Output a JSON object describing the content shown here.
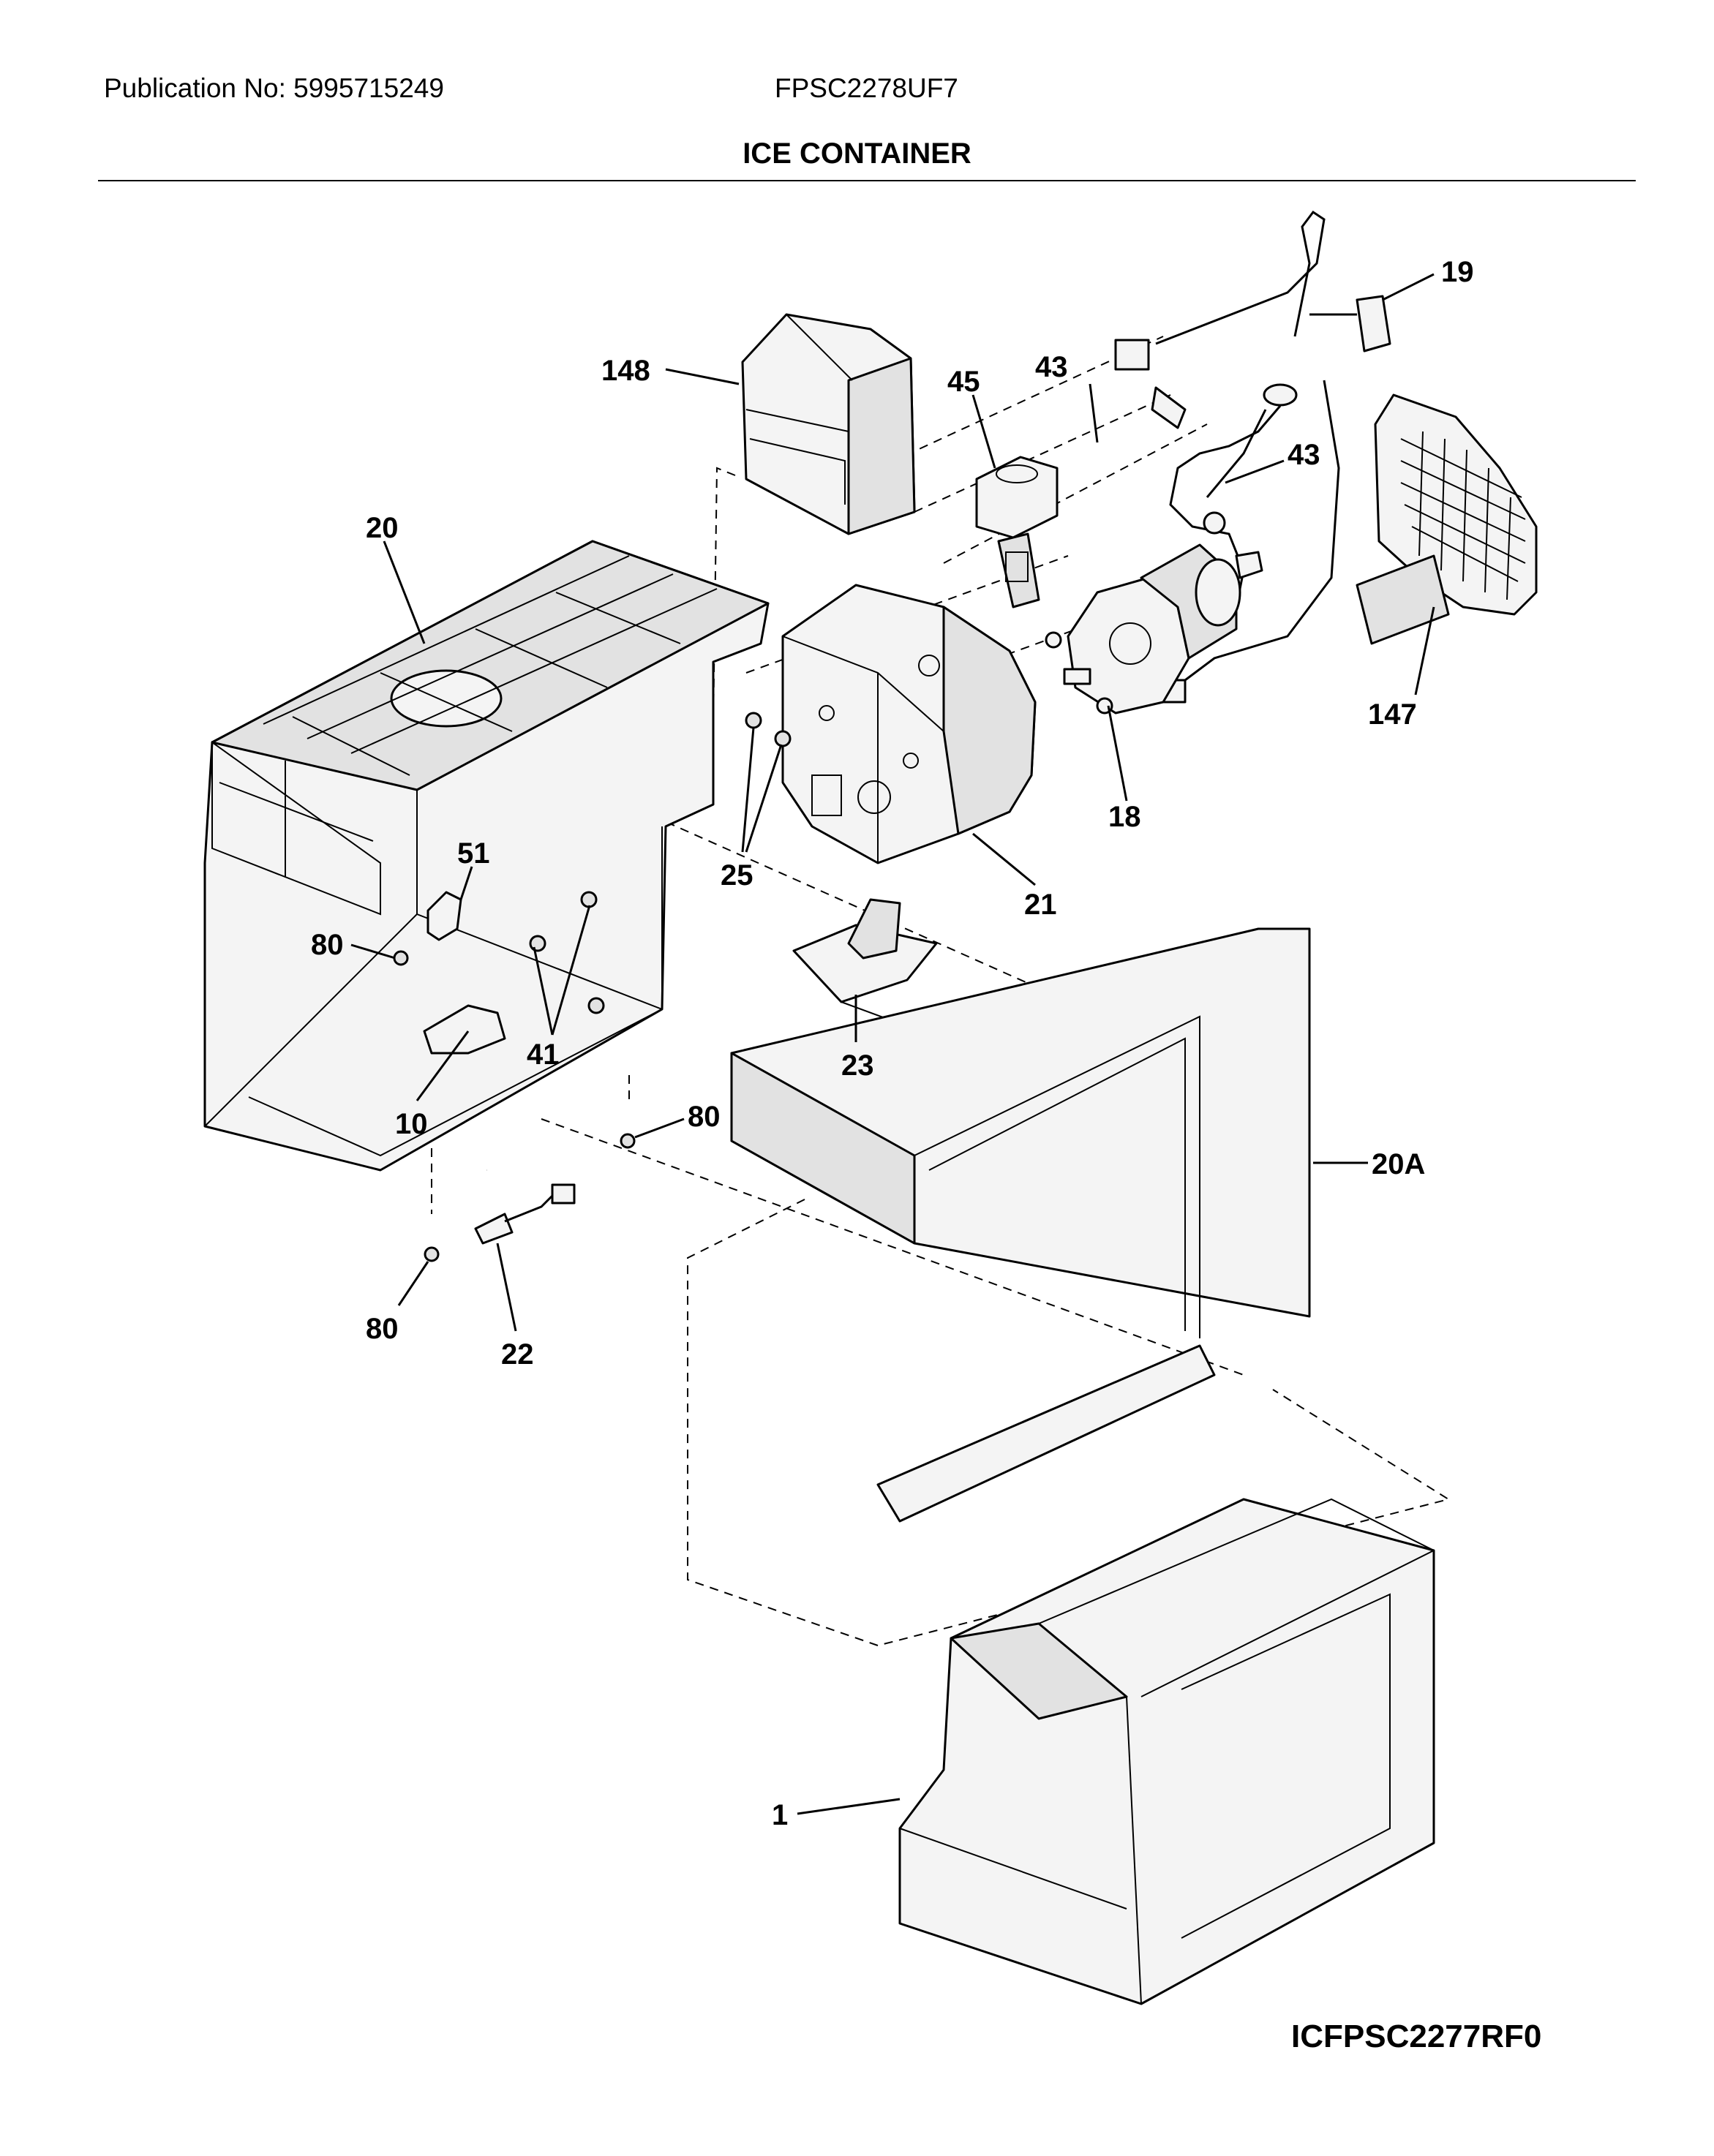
{
  "header": {
    "publication": "Publication No: 5995715249",
    "model": "FPSC2278UF7",
    "title": "ICE CONTAINER"
  },
  "footer": {
    "diagram_code": "ICFPSC2277RF0"
  },
  "callouts": [
    "148",
    "45",
    "43",
    "43",
    "19",
    "20",
    "147",
    "25",
    "18",
    "21",
    "51",
    "80",
    "41",
    "10",
    "23",
    "80",
    "20A",
    "80",
    "22",
    "1"
  ]
}
